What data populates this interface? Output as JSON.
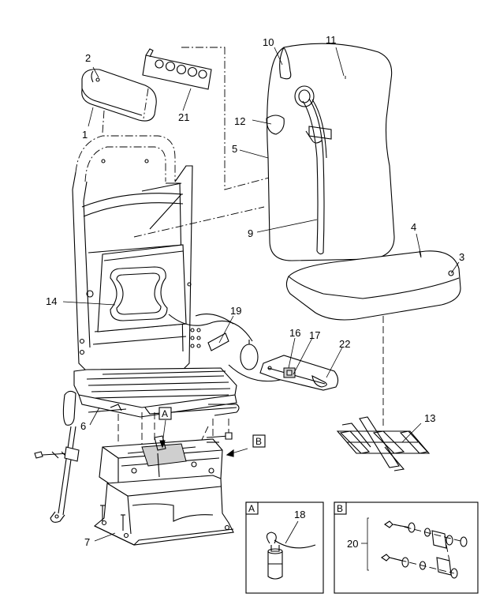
{
  "callouts": {
    "c1": "1",
    "c2": "2",
    "c3": "3",
    "c4": "4",
    "c5": "5",
    "c6": "6",
    "c7": "7",
    "c9": "9",
    "c10": "10",
    "c11": "11",
    "c12": "12",
    "c13": "13",
    "c14": "14",
    "c16": "16",
    "c17": "17",
    "c18": "18",
    "c19": "19",
    "c20": "20",
    "c21": "21",
    "c22": "22"
  },
  "detail_markers": {
    "a": "A",
    "b": "B"
  },
  "detail_boxes": {
    "a": {
      "label": "A"
    },
    "b": {
      "label": "B"
    }
  }
}
